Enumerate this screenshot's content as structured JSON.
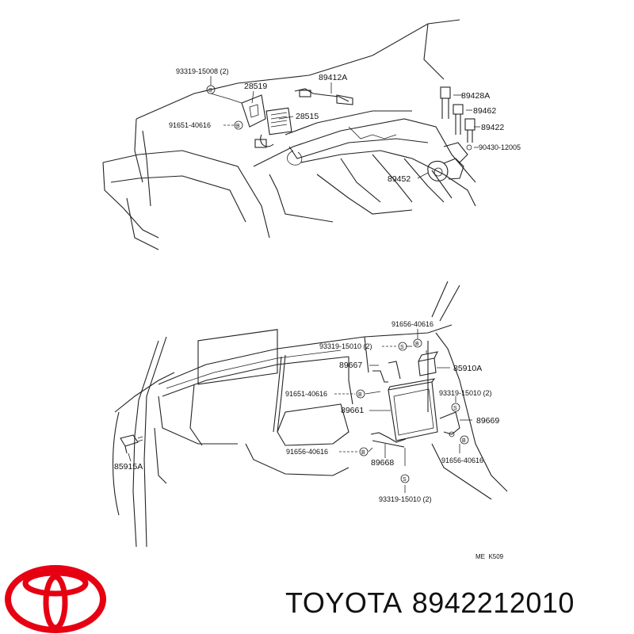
{
  "upper_diagram": {
    "labels": [
      {
        "id": "93319-15008",
        "text": "93319-15008 (2)"
      },
      {
        "id": "28519",
        "text": "28519"
      },
      {
        "id": "89412A",
        "text": "89412A"
      },
      {
        "id": "28515",
        "text": "28515"
      },
      {
        "id": "91651-40616",
        "text": "91651-40616"
      },
      {
        "id": "89428A",
        "text": "89428A"
      },
      {
        "id": "89462",
        "text": "89462"
      },
      {
        "id": "89422",
        "text": "89422"
      },
      {
        "id": "90430-12005",
        "text": "90430-12005"
      },
      {
        "id": "89452",
        "text": "89452"
      }
    ]
  },
  "lower_diagram": {
    "labels": [
      {
        "id": "91656-40616-a",
        "text": "91656-40616"
      },
      {
        "id": "93319-15010-a",
        "text": "93319-15010 (2)"
      },
      {
        "id": "89667",
        "text": "89667"
      },
      {
        "id": "85910A",
        "text": "85910A"
      },
      {
        "id": "91651-40616-b",
        "text": "91651-40616"
      },
      {
        "id": "93319-15010-b",
        "text": "93319-15010 (2)"
      },
      {
        "id": "89661",
        "text": "89661"
      },
      {
        "id": "89669",
        "text": "89669"
      },
      {
        "id": "85915A",
        "text": "85915A"
      },
      {
        "id": "91656-40616-b",
        "text": "91656-40616"
      },
      {
        "id": "89668",
        "text": "89668"
      },
      {
        "id": "91656-40616-c",
        "text": "91656-40616"
      },
      {
        "id": "93319-15010-c",
        "text": "93319-15010 (2)"
      }
    ]
  },
  "symbols": {
    "screw": "S",
    "bolt": "B"
  },
  "code": "ME  K509",
  "brand": {
    "name": "TOYOTA",
    "part_number": "8942212010",
    "logo_color": "#e60012"
  }
}
